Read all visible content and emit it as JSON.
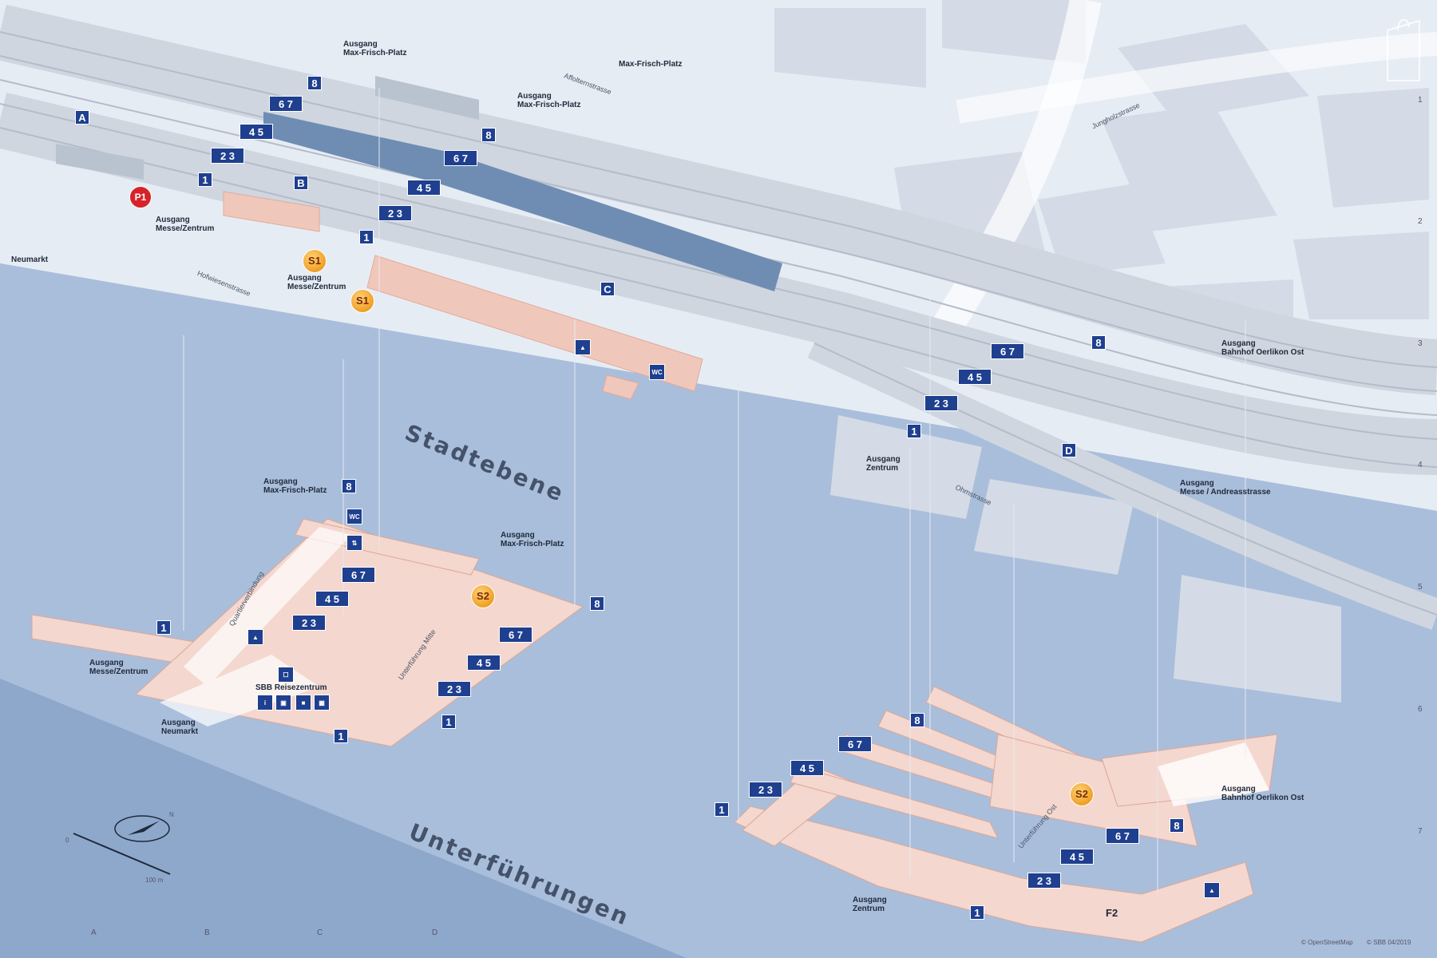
{
  "levels": {
    "street": "Stadtebene",
    "underpass": "Unterführungen"
  },
  "labels": {
    "exit_maxfrisch_1": "Ausgang\nMax-Frisch-Platz",
    "maxfrisch_platz": "Max-Frisch-Platz",
    "exit_maxfrisch_2": "Ausgang\nMax-Frisch-Platz",
    "exit_messe_1": "Ausgang\nMesse/Zentrum",
    "neumarkt": "Neumarkt",
    "exit_messe_2": "Ausgang\nMesse/Zentrum",
    "exit_oerlikon_ost_top": "Ausgang\nBahnhof Oerlikon Ost",
    "exit_zentrum_top": "Ausgang\nZentrum",
    "exit_messe_andreas": "Ausgang\nMesse / Andreasstrasse",
    "exit_maxfrisch_under1": "Ausgang\nMax-Frisch-Platz",
    "exit_maxfrisch_under2": "Ausgang\nMax-Frisch-Platz",
    "exit_messe_under": "Ausgang\nMesse/Zentrum",
    "exit_neumarkt_under": "Ausgang\nNeumarkt",
    "reisezentrum": "SBB Reisezentrum",
    "exit_oerlikon_ost_under": "Ausgang\nBahnhof Oerlikon Ost",
    "exit_zentrum_under": "Ausgang\nZentrum",
    "f2": "F2"
  },
  "streets": {
    "affoltern": "Affolternstrasse",
    "jungholz": "Jungholzstrasse",
    "hofwiesen": "Hofwiesenstrasse",
    "ohm": "Ohmstrasse",
    "quartier": "Quartierverbindung",
    "umf_mitte": "Unterführung Mitte",
    "umf_ost": "Unterführung Ost"
  },
  "sectors": [
    "A",
    "B",
    "C",
    "D"
  ],
  "grid_cols": [
    "A",
    "B",
    "C",
    "D"
  ],
  "grid_rows": [
    "1",
    "2",
    "3",
    "4",
    "5",
    "6",
    "7"
  ],
  "track_pairs": [
    "1",
    "2 3",
    "4 5",
    "6 7",
    "8"
  ],
  "symbols": {
    "s1": "S1",
    "s2": "S2",
    "p1": "P1",
    "wc": "WC"
  },
  "scale": {
    "zero": "0",
    "hundred": "100 m"
  },
  "compass": "N",
  "credits": {
    "osm": "© OpenStreetMap",
    "sbb": "© SBB 04/2019"
  },
  "colors": {
    "sky": "#e9eef5",
    "underpass": "#9fb7d6",
    "track": "#cfd6e0",
    "platform": "#f4d9cf",
    "marker": "#1f3f8f"
  }
}
